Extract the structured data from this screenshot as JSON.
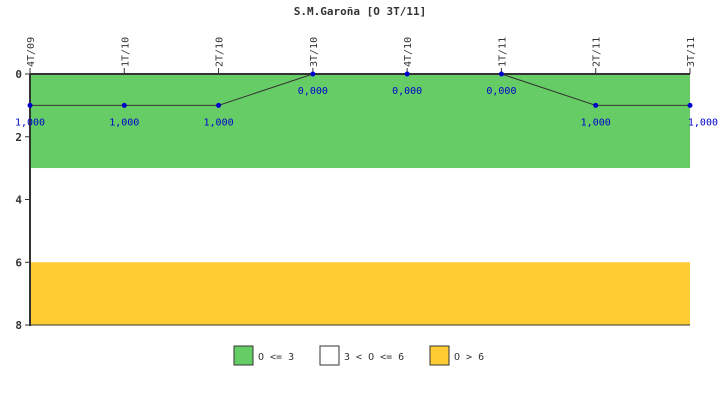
{
  "chart_data": {
    "type": "line",
    "title": "S.M.Garoña [O 3T/11]",
    "categories": [
      "4T/09",
      "1T/10",
      "2T/10",
      "3T/10",
      "4T/10",
      "1T/11",
      "2T/11",
      "3T/11"
    ],
    "values": [
      1,
      1,
      1,
      0,
      0,
      0,
      1,
      1
    ],
    "data_labels": [
      "1,000",
      "1,000",
      "1,000",
      "0,000",
      "0,000",
      "0,000",
      "1,000",
      "1,000"
    ],
    "ylim": [
      0,
      8
    ],
    "y_inverted": true,
    "y_ticks": [
      0,
      2,
      4,
      6,
      8
    ],
    "y_tick_labels": [
      "0",
      "2",
      "4",
      "6",
      "8"
    ],
    "grid": false,
    "line_color": "#333333",
    "marker_color": "#0000cc",
    "bands": [
      {
        "from": 0,
        "to": 3,
        "color": "#66cc66",
        "label": "O <= 3"
      },
      {
        "from": 3,
        "to": 6,
        "color": "#ffffff",
        "label": "3 < O <= 6"
      },
      {
        "from": 6,
        "to": 8,
        "color": "#ffcc33",
        "label": "O > 6"
      }
    ],
    "legend_position": "bottom"
  }
}
